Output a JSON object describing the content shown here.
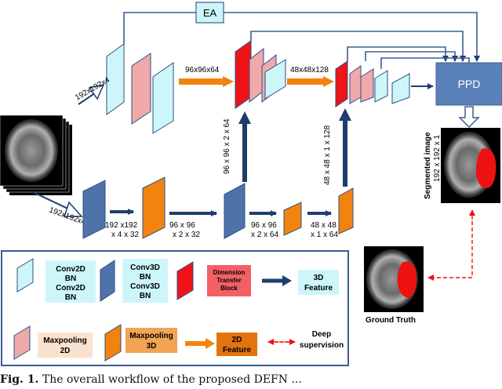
{
  "modules": {
    "ea": "EA",
    "ppd": "PPD"
  },
  "labels": {
    "input_2d": "192x192x4",
    "input_3d": "192x192x4x1",
    "mid_2d_1": "96x96x64",
    "mid_2d_2": "48x48x128",
    "up_3d_1": "96 x 96 x 2 x 64",
    "up_3d_2": "48 x 48 x 1 x 128",
    "dim_3d_a_1": "192 x192",
    "dim_3d_a_2": "x 4 x 32",
    "dim_3d_b_1": "96 x 96",
    "dim_3d_b_2": "x 2 x 32",
    "dim_3d_c_1": "96 x 96",
    "dim_3d_c_2": "x 2 x 64",
    "dim_3d_d_1": "48 x 48",
    "dim_3d_d_2": "x 1 x 64",
    "segmented_1": "Segmented image",
    "segmented_2": "192 x 192 x 1",
    "ground_truth": "Ground Truth"
  },
  "legend": {
    "conv2d_1": "Conv2D",
    "conv2d_2": "BN",
    "conv2d_3": "Conv2D",
    "conv2d_4": "BN",
    "conv3d_1": "Conv3D",
    "conv3d_2": "BN",
    "conv3d_3": "Conv3D",
    "conv3d_4": "BN",
    "dtb_1": "Dimension",
    "dtb_2": "Transfer",
    "dtb_3": "Block",
    "feat3d_1": "3D",
    "feat3d_2": "Feature",
    "maxpool2d_1": "Maxpooling",
    "maxpool2d_2": "2D",
    "maxpool3d_1": "Maxpooling",
    "maxpool3d_2": "3D",
    "feat2d_1": "2D",
    "feat2d_2": "Feature",
    "deep_sup_1": "Deep",
    "deep_sup_2": "supervision"
  },
  "caption": {
    "prefix": "Fig. 1.",
    "text": " The overall workflow of the proposed DEFN ..."
  },
  "colors": {
    "light_cyan": "#cdf6fb",
    "pink": "#efa9ab",
    "dark_blue": "#4e73aa",
    "orange": "#f2830e",
    "red": "#ee1418",
    "navy_arrow": "#1f3d6c",
    "ppd_blue": "#5a81ba"
  }
}
